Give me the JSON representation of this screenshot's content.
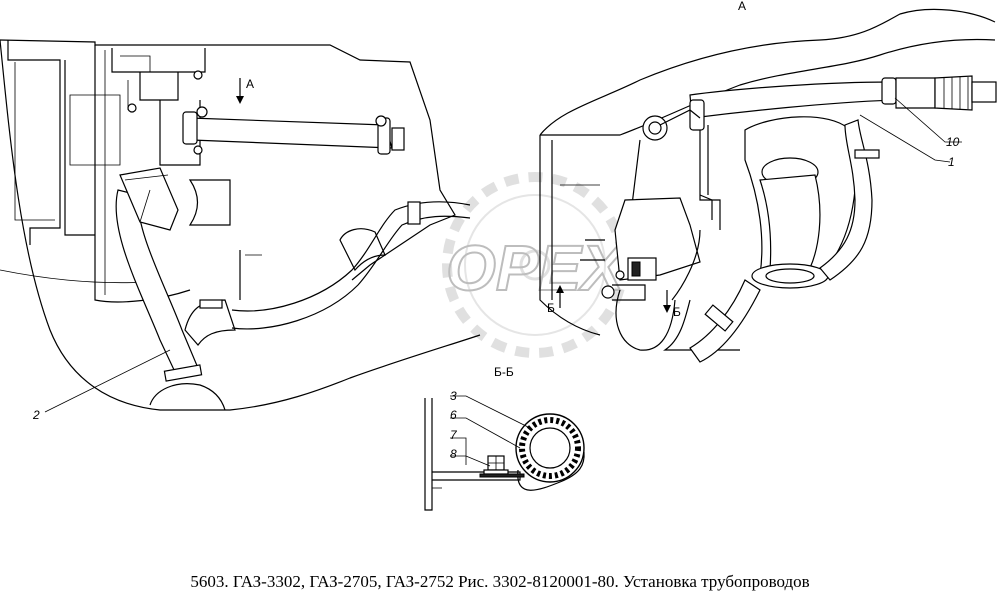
{
  "caption": "5603. ГАЗ-3302, ГАЗ-2705, ГАЗ-2752 Рис. 3302-8120001-80. Установка трубопроводов",
  "view_labels": {
    "view_a_top": "А",
    "view_a_arrow": "А",
    "section_b_left": "Б",
    "section_b_right": "Б",
    "section_title": "Б-Б"
  },
  "callouts": {
    "c1": "1",
    "c2": "2",
    "c3": "3",
    "c6": "6",
    "c7": "7",
    "c8": "8",
    "c10": "10"
  },
  "watermark": "OPEX",
  "colors": {
    "line": "#000000",
    "watermark": "#c8c8c8",
    "hose_fill": "#ffffff"
  }
}
